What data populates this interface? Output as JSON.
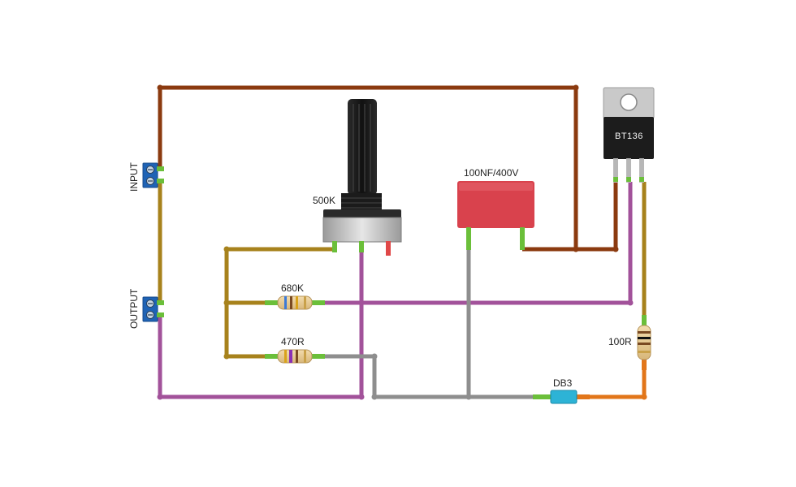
{
  "labels": {
    "input": "INPUT",
    "output": "OUTPUT",
    "potentiometer": "500K",
    "capacitor": "100NF/400V",
    "triac": "BT136",
    "resistor_680k": "680K",
    "resistor_470r": "470R",
    "resistor_100r": "100R",
    "diac": "DB3"
  },
  "colors": {
    "wire_brown": "#8B3A0F",
    "wire_olive": "#A7821C",
    "wire_magenta": "#A2529A",
    "wire_gray": "#8E8E8E",
    "wire_orange": "#E2761A",
    "wire_red_brown": "#9A3A12",
    "terminal_blue": "#1F63B5",
    "capacitor_red": "#D9424D",
    "diac_cyan": "#2DB3D6",
    "connector_green": "#6BBF3A"
  }
}
